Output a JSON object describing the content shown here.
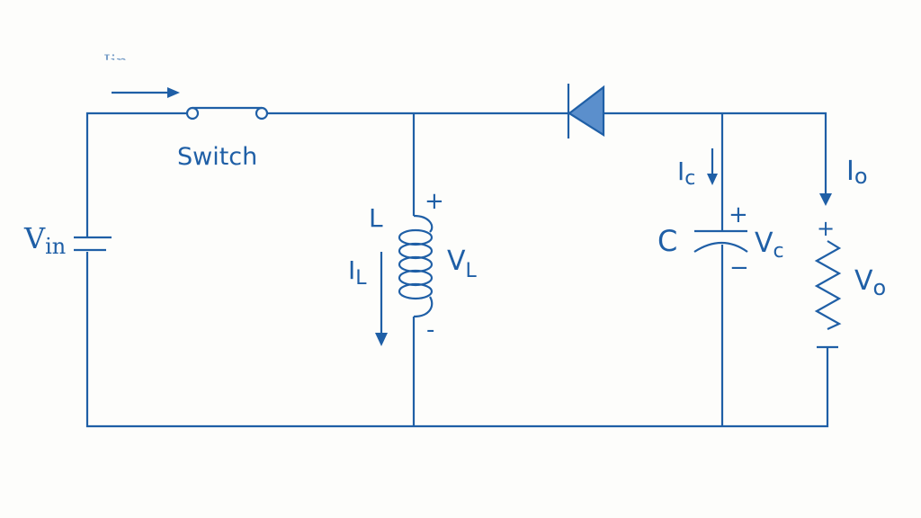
{
  "diagram": {
    "labels": {
      "input_current_partial": "Iin",
      "switch": "Switch",
      "vin_main": "V",
      "vin_sub": "in",
      "inductor": "L",
      "inductor_plus": "+",
      "inductor_minus": "-",
      "il_main": "I",
      "il_sub": "L",
      "vl_main": "V",
      "vl_sub": "L",
      "ic_main": "I",
      "ic_sub": "c",
      "capacitor": "C",
      "cap_plus": "+",
      "cap_minus": "−",
      "vc_main": "V",
      "vc_sub": "c",
      "io_main": "I",
      "io_sub": "o",
      "res_plus": "+",
      "vo_main": "V",
      "vo_sub": "o"
    },
    "colors": {
      "line": "#1f5fa6",
      "diode_fill": "#5b8fcc",
      "background": "#fdfdfb"
    }
  }
}
